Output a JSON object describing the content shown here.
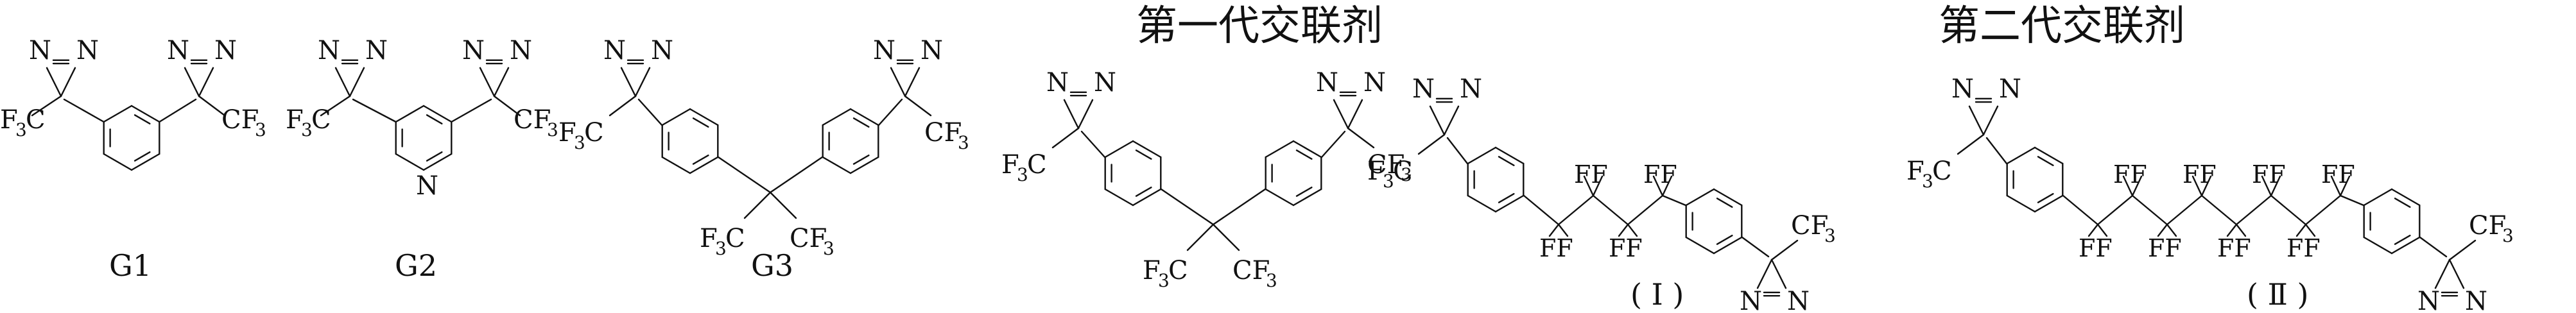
{
  "headings": {
    "first_gen": "第一代交联剂",
    "second_gen": "第二代交联剂"
  },
  "captions": {
    "g1": "G1",
    "g2": "G2",
    "g3": "G3",
    "i": "( Ⅰ )",
    "ii": "( Ⅱ )"
  },
  "atoms": {
    "n": "N",
    "cf3": "CF",
    "f3c": "F C",
    "sub3": "3",
    "f": "F"
  }
}
